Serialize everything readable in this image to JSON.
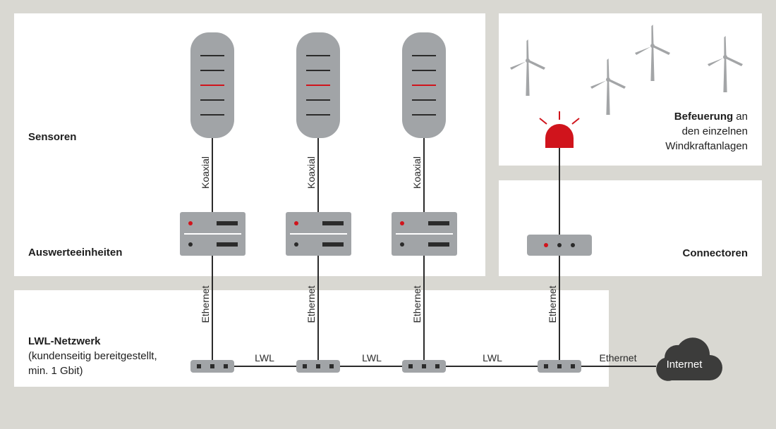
{
  "labels": {
    "sensoren": "Sensoren",
    "auswerteeinheiten": "Auswerteeinheiten",
    "connectoren": "Connectoren",
    "lwl_title": "LWL-Netzwerk",
    "lwl_line2": "(kundenseitig bereitgestellt,",
    "lwl_line3": "min. 1 Gbit)",
    "befeuerung_bold": "Befeuerung",
    "befeuerung_rest": " an",
    "befeuerung_line2": "den einzelnen",
    "befeuerung_line3": "Windkraftanlagen"
  },
  "connections": {
    "koaxial": "Koaxial",
    "ethernet": "Ethernet",
    "lwl": "LWL",
    "internet": "Internet"
  },
  "colors": {
    "background": "#d9d8d2",
    "panel": "#ffffff",
    "device": "#a1a4a7",
    "dark": "#2b2b2b",
    "accent_red": "#d0141c",
    "cloud": "#3c3c3b",
    "turbine": "#a3a5a7"
  },
  "icons": {
    "sensor": "sensor-tower-icon",
    "evaluation_unit": "server-unit-icon",
    "connector": "connector-box-icon",
    "switch": "network-switch-icon",
    "beacon": "warning-beacon-icon",
    "turbine": "wind-turbine-icon",
    "cloud": "cloud-icon"
  }
}
